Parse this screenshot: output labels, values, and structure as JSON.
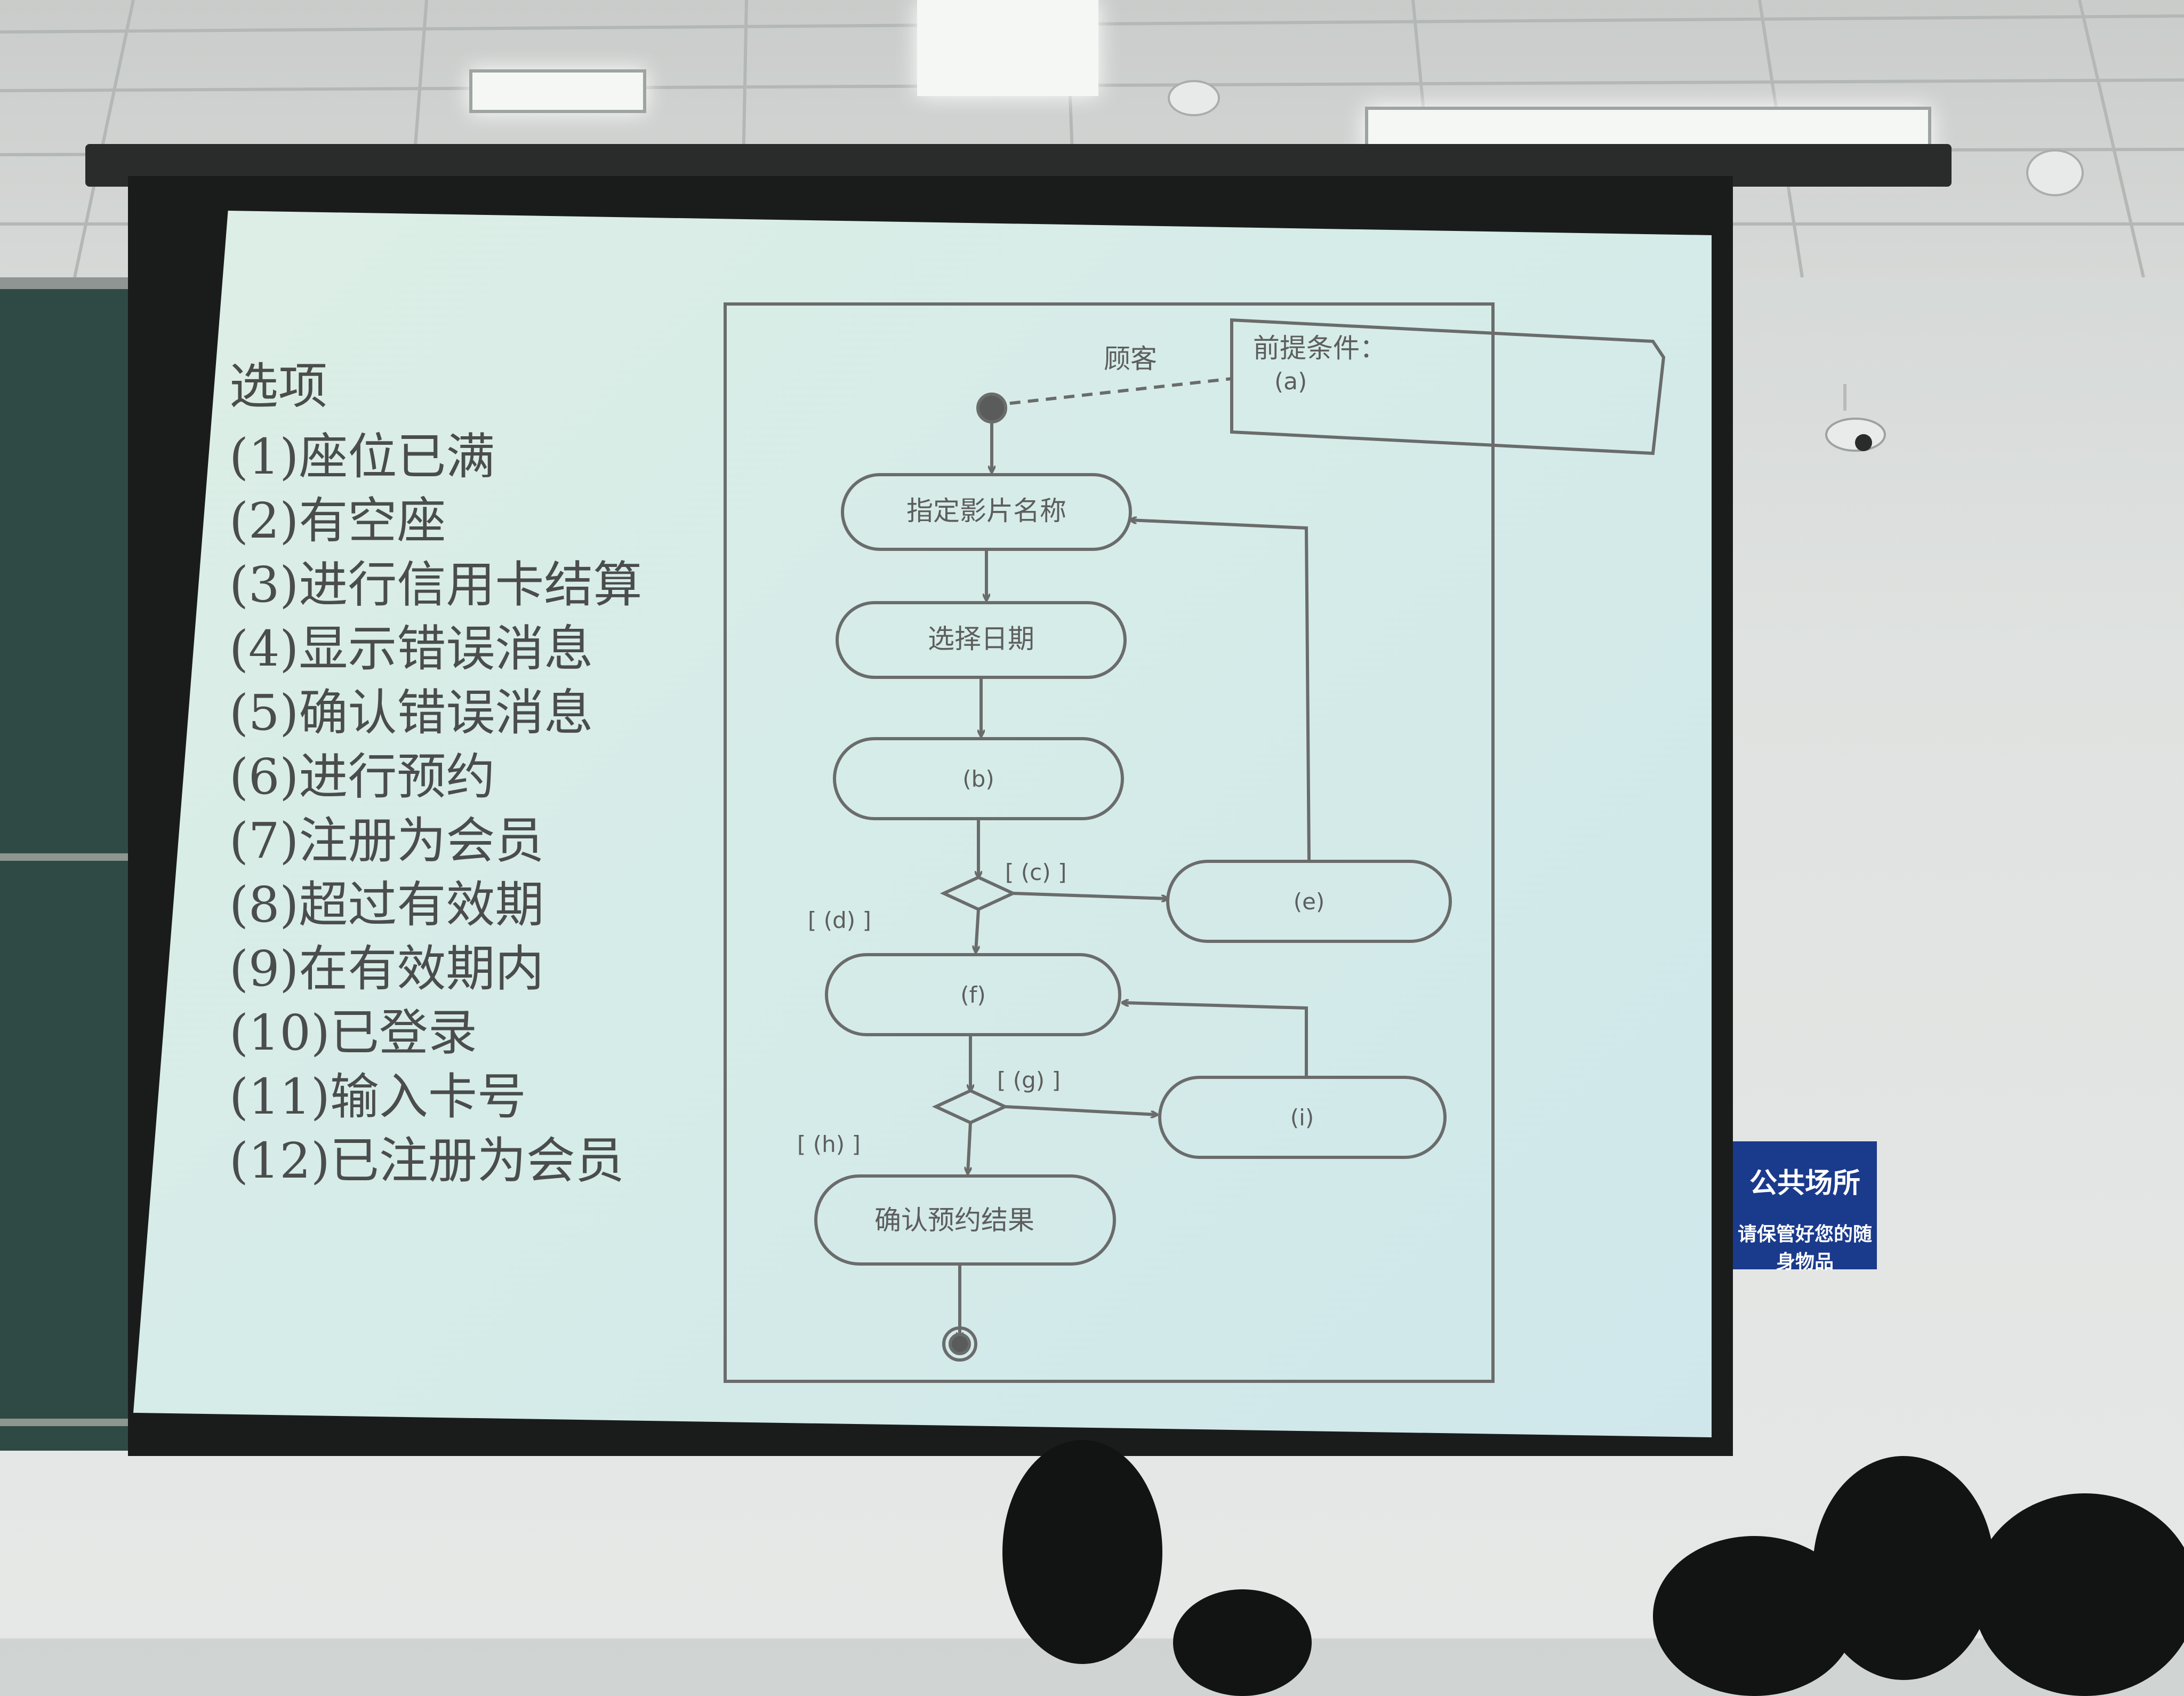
{
  "slide": {
    "options_title": "选项",
    "options": [
      "(1)座位已满",
      "(2)有空座",
      "(3)进行信用卡结算",
      "(4)显示错误消息",
      "(5)确认错误消息",
      "(6)进行预约",
      "(7)注册为会员",
      "(8)超过有效期",
      "(9)在有效期内",
      "(10)已登录",
      "(11)输入卡号",
      "(12)已注册为会员"
    ],
    "diagram": {
      "swimlane": "顾客",
      "precondition_title": "前提条件：",
      "precondition_value": "(a)",
      "activities": {
        "specify_movie": "指定影片名称",
        "select_date": "选择日期",
        "b": "(b)",
        "e": "(e)",
        "f": "(f)",
        "i": "(i)",
        "confirm": "确认预约结果"
      },
      "guards": {
        "c": "[ (c) ]",
        "d": "[ (d) ]",
        "g": "[ (g) ]",
        "h": "[ (h) ]"
      }
    }
  },
  "notice": {
    "line1": "公共场所",
    "line2": "请保管好您的随身物品"
  }
}
